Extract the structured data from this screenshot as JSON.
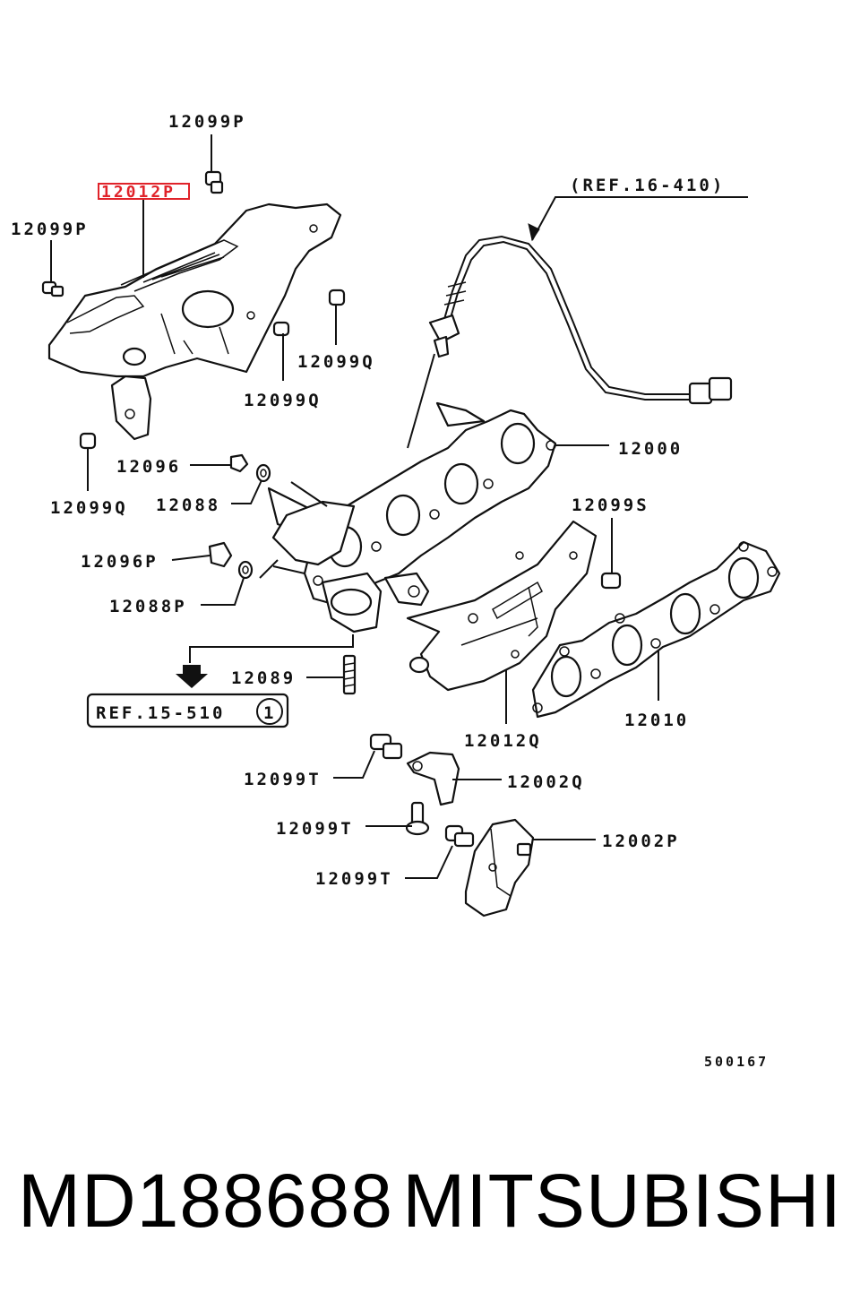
{
  "diagram": {
    "labels": {
      "l_12099P_top": "12099P",
      "l_12012P": "12012P",
      "l_12099P_left": "12099P",
      "l_ref16": "(REF.16-410)",
      "l_12099Q_r": "12099Q",
      "l_12099Q_m": "12099Q",
      "l_12000": "12000",
      "l_12096": "12096",
      "l_12099Q_l": "12099Q",
      "l_12088": "12088",
      "l_12099S": "12099S",
      "l_12096P": "12096P",
      "l_12088P": "12088P",
      "l_12089": "12089",
      "l_ref15": "REF.15-510",
      "l_ref15_num": "1",
      "l_12010": "12010",
      "l_12012Q": "12012Q",
      "l_12099T_a": "12099T",
      "l_12002Q": "12002Q",
      "l_12099T_b": "12099T",
      "l_12002P": "12002P",
      "l_12099T_c": "12099T",
      "l_code": "500167"
    },
    "highlight_color": "#e0232a"
  },
  "footer": {
    "part_number": "MD188688",
    "brand": "MITSUBISHI"
  }
}
